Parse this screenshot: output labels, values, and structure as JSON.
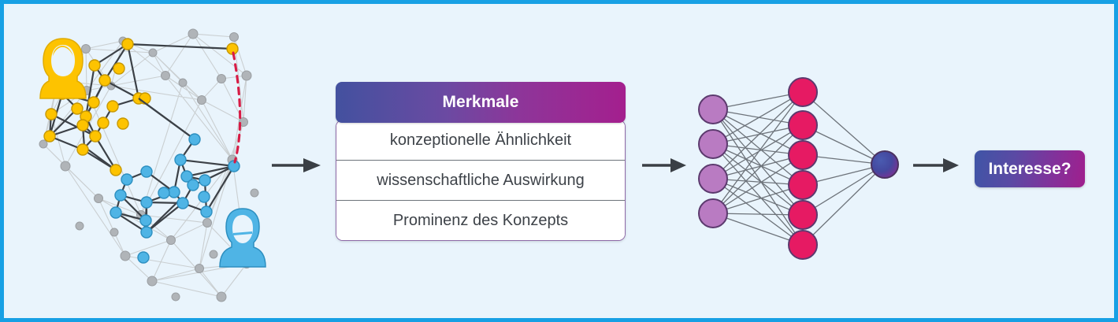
{
  "figure": {
    "background_color": "#e9f4fc",
    "border_color": "#17a0e4"
  },
  "graph_panel": {
    "name": "co-authorship-network-graph",
    "author_a_icon": "female-researcher-avatar-icon",
    "author_b_icon": "male-researcher-avatar-icon",
    "author_a_color": "#fdc300",
    "author_b_color": "#4fb4e5",
    "background_node_color": "#b0b4b8",
    "link_prediction_color": "#d81b45",
    "link_prediction_style": "dashed"
  },
  "arrows": {
    "graph_to_table": "arrow-right",
    "table_to_network": "arrow-right",
    "network_to_output": "arrow-right",
    "color": "#3a3f45"
  },
  "feature_table": {
    "header": "Merkmale",
    "header_gradient_from": "#43519f",
    "header_gradient_to": "#a41f8e",
    "rows": [
      "konzeptionelle Ähnlichkeit",
      "wissenschaftliche Auswirkung",
      "Prominenz des Konzepts"
    ]
  },
  "neural_network": {
    "name": "feedforward-neural-network",
    "input_layer_count": 4,
    "hidden_layer_count": 6,
    "output_layer_count": 1,
    "input_node_color": "#b97bc2",
    "hidden_node_color": "#e61a63",
    "output_node_gradient_from": "#3f55a6",
    "output_node_gradient_to": "#8e3599",
    "edge_color": "#6d737a"
  },
  "output": {
    "label": "Interesse?",
    "gradient_from": "#3f55a6",
    "gradient_to": "#a01f8d"
  }
}
